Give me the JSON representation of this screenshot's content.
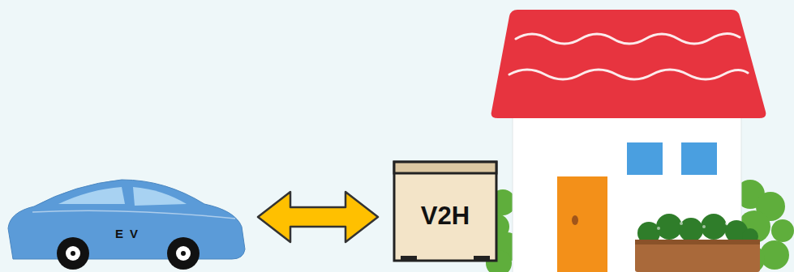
{
  "diagram": {
    "nodes": [
      {
        "text": [
          "E V"
        ]
      },
      {
        "text": [
          "V2H"
        ]
      }
    ],
    "edges": [
      {
        "from": 0,
        "to": 1,
        "arrow": "both"
      }
    ]
  }
}
